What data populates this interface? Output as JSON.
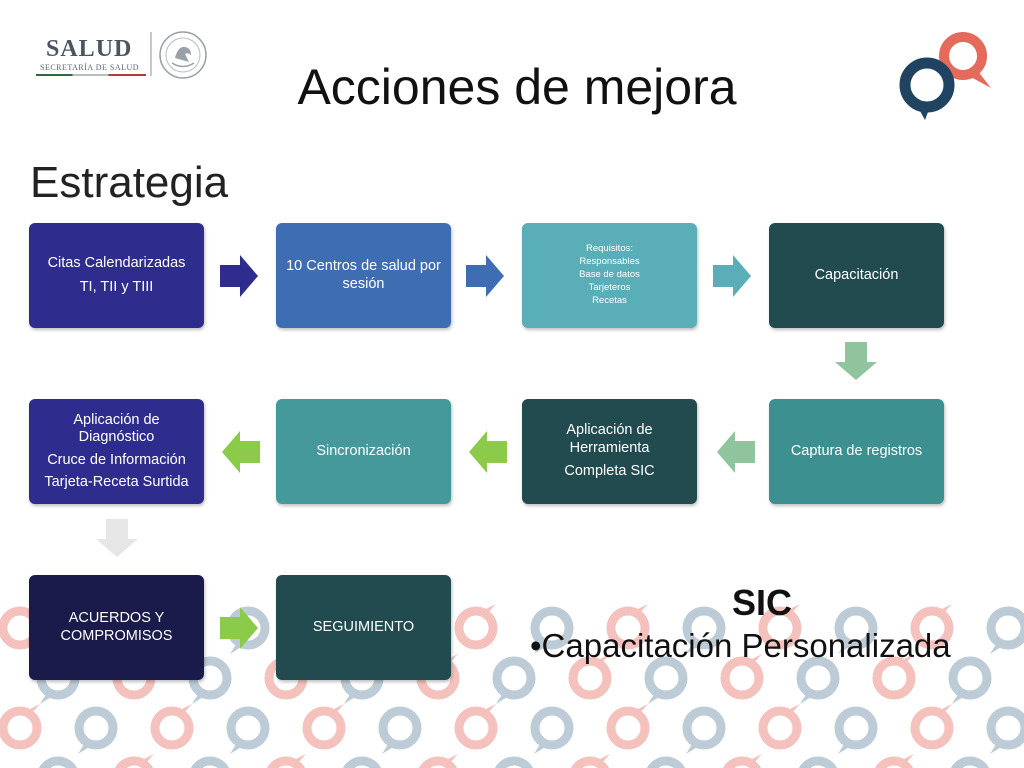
{
  "header": {
    "logo_word": "SALUD",
    "logo_subtitle": "SECRETARÍA DE SALUD",
    "title": "Acciones de mejora",
    "seal_name": "escudo-nacional",
    "brand_logo_name": "speech-bubble-rings-logo"
  },
  "section": {
    "title": "Estrategia"
  },
  "flow": {
    "box1": {
      "line1": "Citas Calendarizadas",
      "line2": "TI, TII y TIII"
    },
    "box2": {
      "line1": "10 Centros de salud por sesión"
    },
    "box3": {
      "line1": "Requisitos:",
      "line2": "Responsables",
      "line3": "Base de datos",
      "line4": "Tarjeteros",
      "line5": "Recetas"
    },
    "box4": {
      "line1": "Capacitación"
    },
    "box5": {
      "line1": "Captura de registros"
    },
    "box6": {
      "line1": "Aplicación de Herramienta",
      "line2": "Completa SIC"
    },
    "box7": {
      "line1": "Sincronización"
    },
    "box8": {
      "line1": "Aplicación de Diagnóstico",
      "line2": "Cruce de Información",
      "line3": "Tarjeta-Receta Surtida"
    },
    "box9": {
      "line1": "ACUERDOS Y COMPROMISOS"
    },
    "box10": {
      "line1": "SEGUIMIENTO"
    }
  },
  "sic": {
    "title": "SIC",
    "bullet": "•Capacitación Personalizada"
  },
  "colors": {
    "navy": "#2e2c8c",
    "blue": "#3f6db1",
    "light_teal": "#5aaeb7",
    "dark_teal": "#224b4f",
    "teal": "#3c9090",
    "dark_navy": "#1a1b4b",
    "arrow_green": "#8ccb4a",
    "arrow_sage": "#8fc49d",
    "logo_navy": "#1f4360",
    "logo_coral": "#e46a5c"
  }
}
